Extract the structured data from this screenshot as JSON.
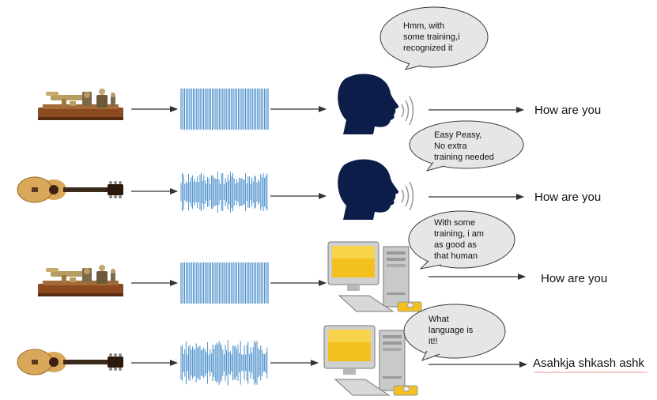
{
  "colors": {
    "signal": "#3a86c8",
    "head": "#0c1d4a",
    "bubble_fill": "#e6e6e6",
    "bubble_stroke": "#3a3a3a",
    "arrow": "#333333",
    "wood": "#8b4a1f",
    "monitor_screen": "#f3c020",
    "spellcheck": "#dd3333"
  },
  "rows": [
    {
      "source_icon": "telegraph-key-icon",
      "receiver_icon": "human-head-icon",
      "bubble": "Hmm, with\nsome training,i\nrecognized it",
      "output": "How are you"
    },
    {
      "source_icon": "acoustic-guitar-icon",
      "receiver_icon": "human-head-icon",
      "bubble": "Easy Peasy,\nNo extra\ntraining needed",
      "output": "How are you"
    },
    {
      "source_icon": "telegraph-key-icon",
      "receiver_icon": "desktop-computer-icon",
      "bubble": "With some\ntraining, i am\nas good as\nthat human",
      "output": "How are you"
    },
    {
      "source_icon": "acoustic-guitar-icon",
      "receiver_icon": "desktop-computer-icon",
      "bubble": "What\nlanguage is\nit!!",
      "output": "Asahkja shkash ashk"
    }
  ]
}
